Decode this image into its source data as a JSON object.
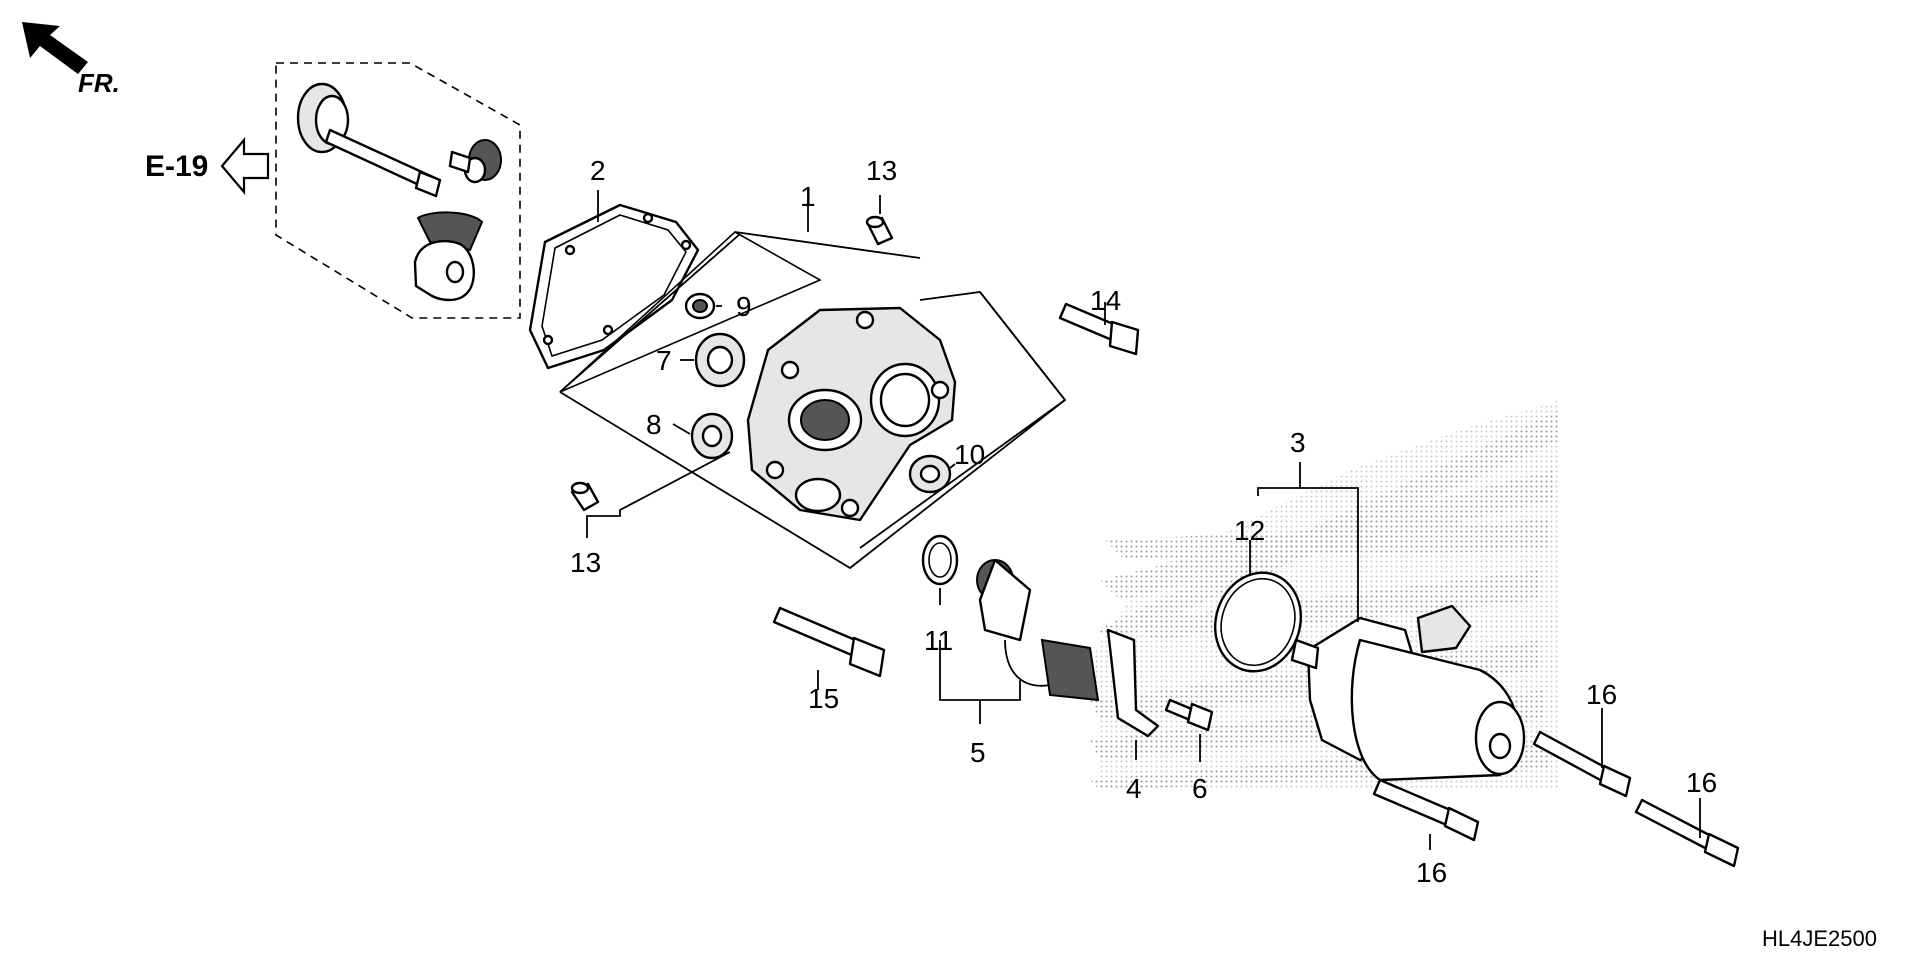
{
  "diagram": {
    "direction_label": "FR.",
    "reference": "E-19",
    "drawing_code": "HL4JE2500",
    "callouts": {
      "c1": "1",
      "c2": "2",
      "c3": "3",
      "c4": "4",
      "c5": "5",
      "c6": "6",
      "c7": "7",
      "c8": "8",
      "c9": "9",
      "c10": "10",
      "c11": "11",
      "c12": "12",
      "c13a": "13",
      "c13b": "13",
      "c14": "14",
      "c15": "15",
      "c16a": "16",
      "c16b": "16",
      "c16c": "16"
    },
    "icons": {
      "front_arrow": "arrow-up-left-icon",
      "reference_arrow": "hollow-arrow-left-icon",
      "watermark": "wing-logo-watermark"
    }
  }
}
